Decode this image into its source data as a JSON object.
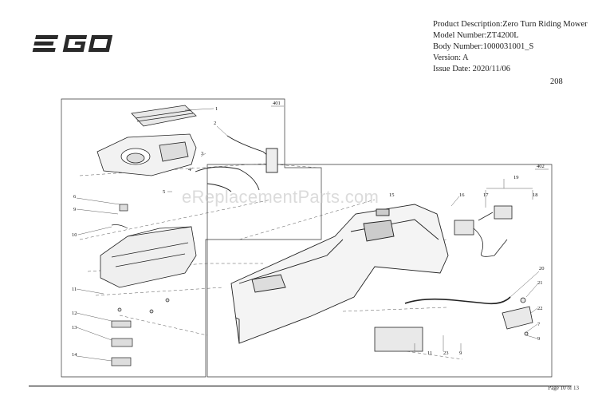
{
  "brand": {
    "logo_text": "EGO"
  },
  "header": {
    "product_description": "Product Description:Zero Turn Riding Mower",
    "model_number": "Model Number:ZT4200L",
    "body_number": "Body Number:1000031001_S",
    "version": "Version: A",
    "issue_date": "Issue Date: 2020/11/06"
  },
  "page_code": "208",
  "watermark": "eReplacementParts.com",
  "footer": {
    "page_label": "Page 10 of ",
    "total_pages": "13"
  },
  "diagram": {
    "groups": {
      "left": "401",
      "right": "402"
    },
    "callouts": {
      "c1": "1",
      "c2": "2",
      "c3": "3",
      "c4": "4",
      "c5": "5",
      "c6": "6",
      "c9a": "9",
      "c10": "10",
      "c11a": "11",
      "c12": "12",
      "c13": "13",
      "c14": "14",
      "c15": "15",
      "c16": "16",
      "c17": "17",
      "c18": "18",
      "c19": "19",
      "c20": "20",
      "c21": "21",
      "c22": "22",
      "c7": "7",
      "c9b": "9",
      "c11b": "11",
      "c23": "23",
      "c9c": "9"
    }
  }
}
